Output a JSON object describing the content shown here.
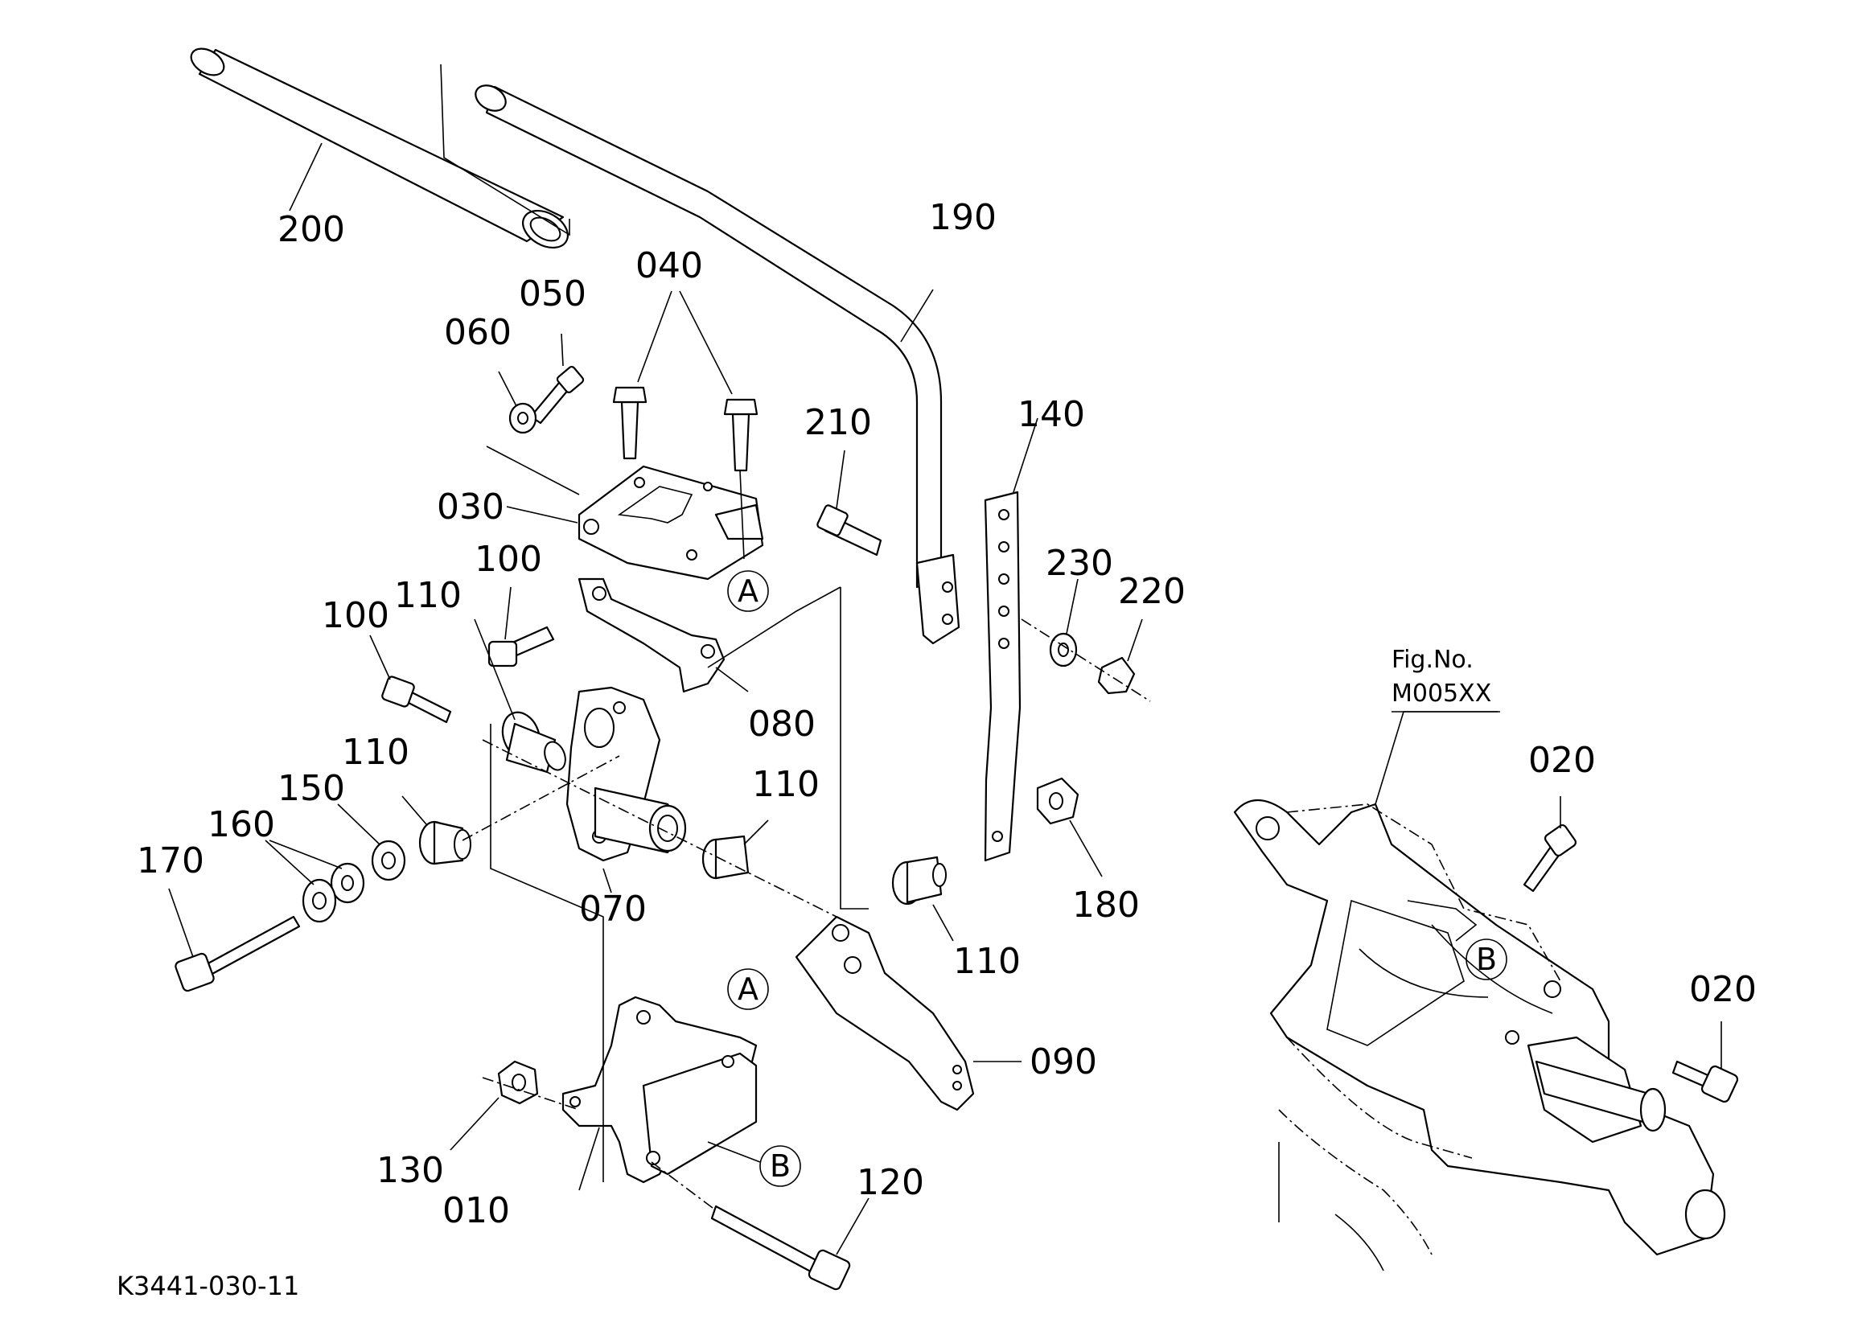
{
  "diagram_code": "K3441-030-11",
  "figure_reference": {
    "line1": "Fig.No.",
    "line2": "M005XX"
  },
  "reference_markers": {
    "A": "A",
    "B": "B"
  },
  "part_labels": {
    "p010": "010",
    "p020a": "020",
    "p020b": "020",
    "p030": "030",
    "p040": "040",
    "p050": "050",
    "p060": "060",
    "p070": "070",
    "p080": "080",
    "p090": "090",
    "p100a": "100",
    "p100b": "100",
    "p110a": "110",
    "p110b": "110",
    "p110c": "110",
    "p110d": "110",
    "p120": "120",
    "p130": "130",
    "p140": "140",
    "p150": "150",
    "p160": "160",
    "p170": "170",
    "p180": "180",
    "p190": "190",
    "p200": "200",
    "p210": "210",
    "p220": "220",
    "p230": "230"
  }
}
